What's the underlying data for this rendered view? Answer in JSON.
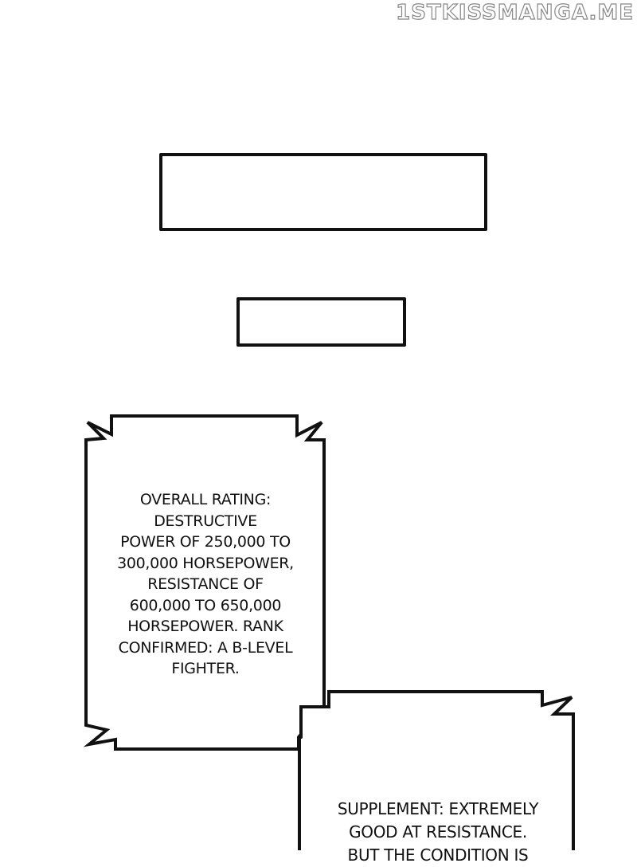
{
  "watermark": "1STKISSMANGA.ME",
  "caption_1": {
    "lines": [
      "OVERALL RATING:",
      "DESTRUCTIVE",
      "POWER OF 250,000 TO",
      "300,000 HORSEPOWER,",
      "RESISTANCE OF",
      "600,000 TO 650,000",
      "HORSEPOWER. RANK",
      "CONFIRMED: A B-LEVEL",
      "FIGHTER."
    ]
  },
  "caption_2": {
    "lines": [
      "SUPPLEMENT: EXTREMELY",
      "GOOD AT RESISTANCE.",
      "BUT THE CONDITION IS"
    ]
  }
}
